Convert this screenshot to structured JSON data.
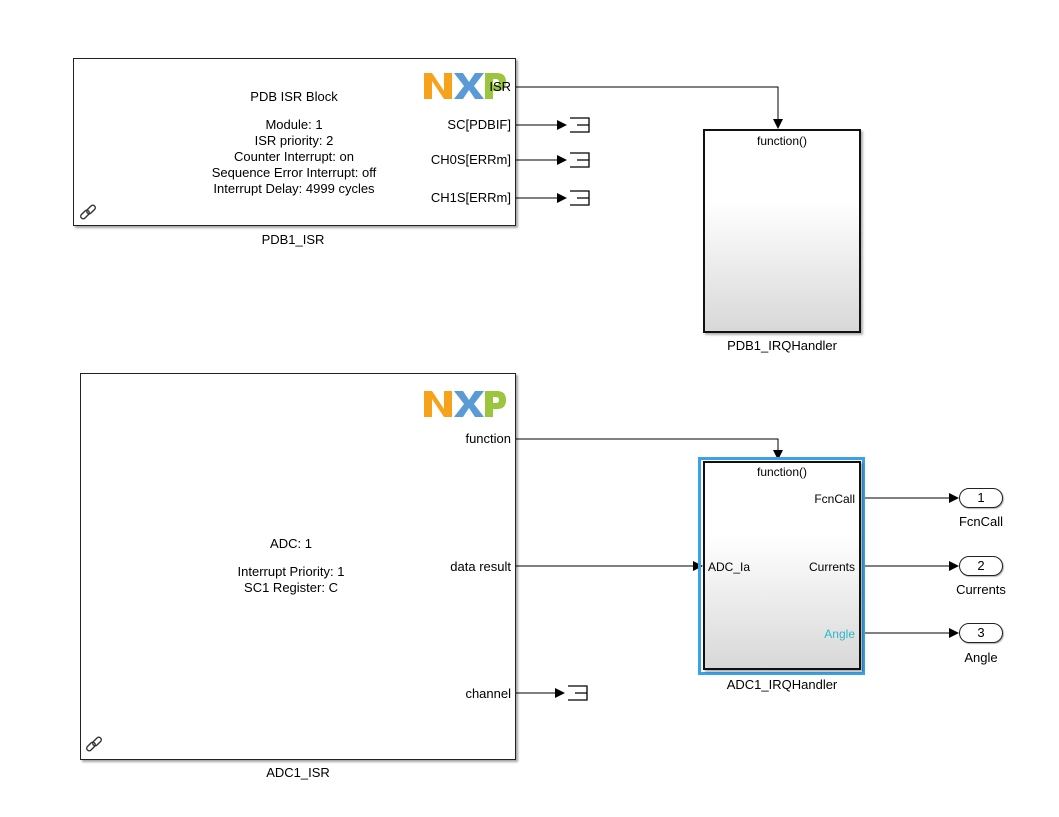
{
  "colors": {
    "selection": "#3aa3e8",
    "angle_port": "#2bb7c9",
    "nxp_orange": "#f7a21b",
    "nxp_blue": "#5b9bd5",
    "nxp_green": "#9bc53d"
  },
  "pdb_block": {
    "title": "PDB ISR Block",
    "lines": [
      "Module:  1",
      "ISR priority: 2",
      "Counter Interrupt: on",
      "Sequence Error Interrupt: off",
      "Interrupt Delay: 4999 cycles"
    ],
    "ports": [
      "ISR",
      "SC[PDBIF]",
      "CH0S[ERRm]",
      "CH1S[ERRm]"
    ],
    "name": "PDB1_ISR",
    "link_icon": "link-icon",
    "logo": "NXP"
  },
  "pdb_handler": {
    "trigger": "function()",
    "name": "PDB1_IRQHandler"
  },
  "adc_block": {
    "title": "ADC: 1",
    "lines": [
      "Interrupt Priority: 1",
      "SC1 Register: C"
    ],
    "ports": [
      "function",
      "data result",
      "channel"
    ],
    "name": "ADC1_ISR",
    "link_icon": "link-icon",
    "logo": "NXP"
  },
  "adc_handler": {
    "trigger": "function()",
    "in_port": "ADC_Ia",
    "out_ports": [
      "FcnCall",
      "Currents",
      "Angle"
    ],
    "name": "ADC1_IRQHandler"
  },
  "outports": [
    {
      "number": "1",
      "name": "FcnCall"
    },
    {
      "number": "2",
      "name": "Currents"
    },
    {
      "number": "3",
      "name": "Angle"
    }
  ]
}
